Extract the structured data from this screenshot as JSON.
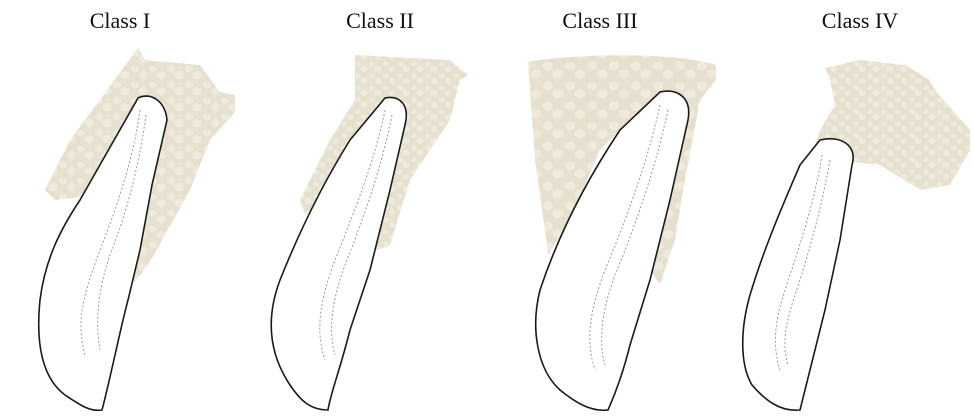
{
  "figure": {
    "panels": [
      {
        "id": "class-1",
        "title": "Class I"
      },
      {
        "id": "class-2",
        "title": "Class II"
      },
      {
        "id": "class-3",
        "title": "Class III"
      },
      {
        "id": "class-4",
        "title": "Class IV"
      }
    ]
  },
  "colors": {
    "bone_fill": "#e6e0cf",
    "bone_pore": "#efeadc",
    "tooth_fill": "#ffffff",
    "outline": "#1a1a1a",
    "pulp_line": "#999999"
  },
  "icons": [
    "bone-illustration",
    "tooth-illustration",
    "root-canal-illustration"
  ]
}
